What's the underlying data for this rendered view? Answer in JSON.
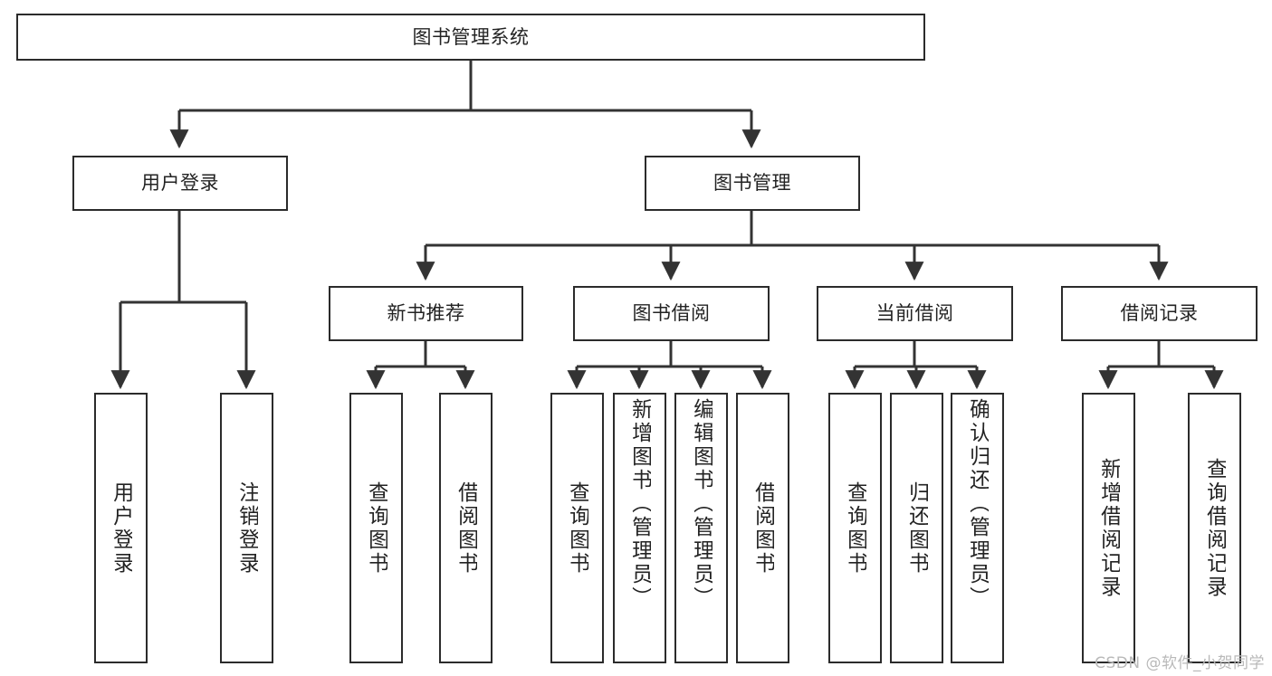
{
  "diagram": {
    "type": "tree-hierarchy",
    "title": "图书管理系统",
    "watermark": "CSDN @软件_小贺同学",
    "colors": {
      "box_border": "#2b2b2b",
      "box_fill": "#ffffff",
      "connector": "#333333",
      "text": "#232323",
      "watermark": "#b9b9b9"
    },
    "nodes": {
      "root": {
        "label": "图书管理系统",
        "level": 0
      },
      "l1": [
        {
          "label": "用户登录",
          "level": 1
        },
        {
          "label": "图书管理",
          "level": 1
        }
      ],
      "l2": [
        {
          "label": "新书推荐",
          "level": 2
        },
        {
          "label": "图书借阅",
          "level": 2
        },
        {
          "label": "当前借阅",
          "level": 2
        },
        {
          "label": "借阅记录",
          "level": 2
        }
      ],
      "leaves": {
        "user_login": [
          {
            "label": "用户登录"
          },
          {
            "label": "注销登录"
          }
        ],
        "new_book": [
          {
            "label": "查询图书"
          },
          {
            "label": "借阅图书"
          }
        ],
        "borrow_book": [
          {
            "label": "查询图书"
          },
          {
            "label": "新增图书（管理员）"
          },
          {
            "label": "编辑图书（管理员）"
          },
          {
            "label": "借阅图书"
          }
        ],
        "current_borrow": [
          {
            "label": "查询图书"
          },
          {
            "label": "归还图书"
          },
          {
            "label": "确认归还（管理员）"
          }
        ],
        "borrow_record": [
          {
            "label": "新增借阅记录"
          },
          {
            "label": "查询借阅记录"
          }
        ]
      }
    }
  }
}
